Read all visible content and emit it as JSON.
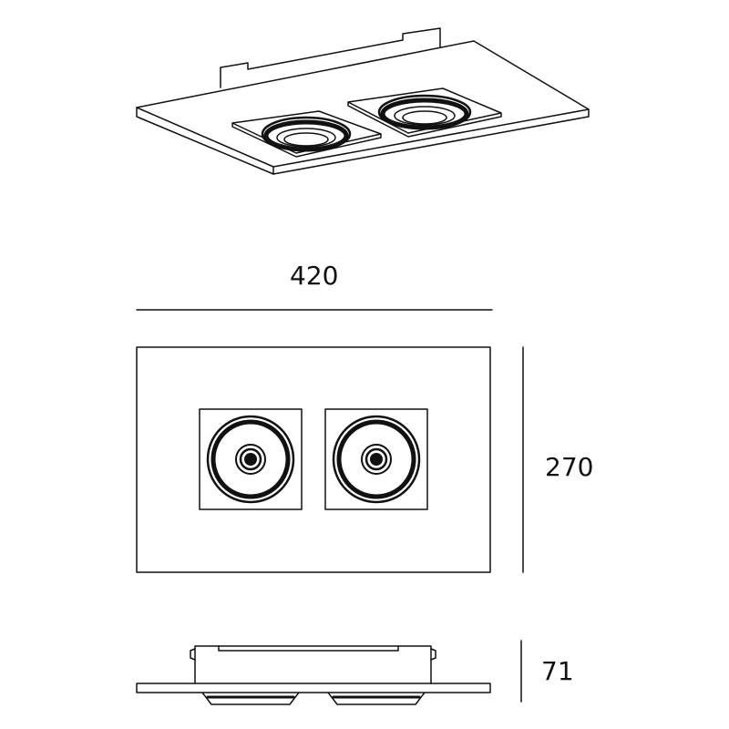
{
  "dimensions": {
    "width": "420",
    "height": "270",
    "depth": "71"
  },
  "colors": {
    "line": "#111111",
    "background": "#ffffff"
  }
}
